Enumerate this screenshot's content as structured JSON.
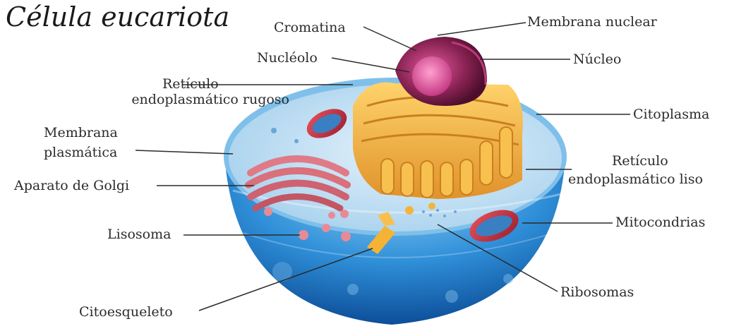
{
  "title": "Célula eucariota",
  "labels": {
    "cromatina": "Cromatina",
    "membrana_nuclear": "Membrana nuclear",
    "nucleolo": "Nucléolo",
    "nucleo": "Núcleo",
    "rer_line1": "Retículo",
    "rer_line2": "endoplasmático rugoso",
    "citoplasma": "Citoplasma",
    "membrana_plasmatica_line1": "Membrana",
    "membrana_plasmatica_line2": "plasmática",
    "ser_line1": "Retículo",
    "ser_line2": "endoplasmático liso",
    "golgi": "Aparato de Golgi",
    "mitocondrias": "Mitocondrias",
    "lisosoma": "Lisosoma",
    "ribosomas": "Ribosomas",
    "citoesqueleto": "Citoesqueleto"
  },
  "colors": {
    "cell_blue": "#2f8fd8",
    "cytoplasm": "#cfe6f5",
    "nucleus": "#7a1f4a",
    "reticulum": "#f2b43a",
    "golgi": "#d9707a",
    "mitochondria": "#3a7fc2"
  }
}
